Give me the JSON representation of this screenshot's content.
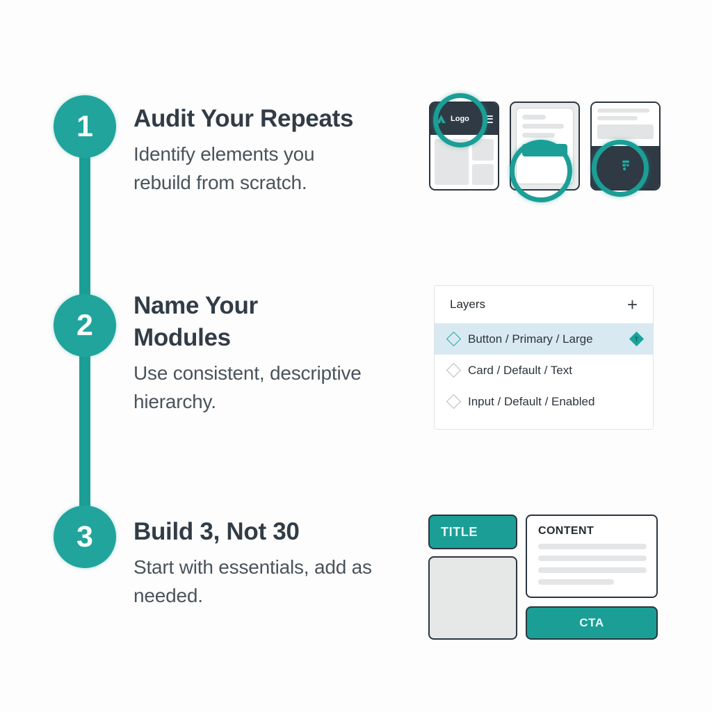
{
  "theme": {
    "accent": "#1b9e96",
    "accent_bright": "#20a49b",
    "dark": "#2f3a44",
    "heading": "#323c46",
    "body_text": "#4a535c",
    "highlight_row": "#d9e9f2",
    "background": "#fdfdfd"
  },
  "steps": [
    {
      "number": "1",
      "title": "Audit Your Repeats",
      "desc": "Identify elements you rebuild from scratch."
    },
    {
      "number": "2",
      "title": "Name Your Modules",
      "desc": "Use consistent, descriptive hierarchy."
    },
    {
      "number": "3",
      "title": "Build 3, Not 30",
      "desc": "Start with essentials, add as needed."
    }
  ],
  "mockups": {
    "card1": {
      "logo_label": "Logo",
      "logo_icon": "mountain-logo-icon",
      "menu_icon": "hamburger-menu-icon"
    },
    "card2": {
      "button_icon": "primary-button-block"
    },
    "card3": {
      "brand_icon": "figma-f-icon"
    },
    "rings": [
      "highlight-ring-logo",
      "highlight-ring-button",
      "highlight-ring-brand-icon"
    ]
  },
  "layers": {
    "title": "Layers",
    "add_icon": "plus-icon",
    "rows": [
      {
        "label": "Button / Primary / Large",
        "selected": true,
        "badge": "component-badge"
      },
      {
        "label": "Card / Default / Text",
        "selected": false
      },
      {
        "label": "Input / Default / Enabled",
        "selected": false
      }
    ]
  },
  "layout_blocks": {
    "title_label": "TITLE",
    "content_label": "CONTENT",
    "cta_label": "CTA",
    "placeholder_lines": 4
  }
}
